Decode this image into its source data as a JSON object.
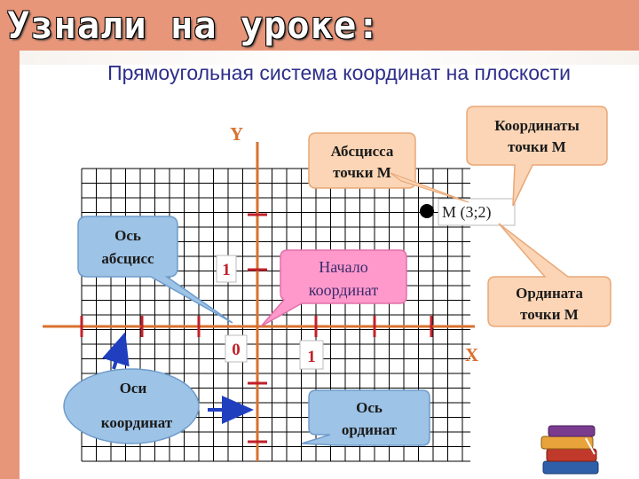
{
  "slide": {
    "heading": "Узнали на уроке:",
    "title": "Прямоугольная система координат на плоскости"
  },
  "axes": {
    "x_name": "X",
    "y_name": "Y",
    "origin_label": "0",
    "x_unit_label": "1",
    "y_unit_label": "1"
  },
  "point": {
    "label": "M (3;2)",
    "x": 3,
    "y": 2
  },
  "callouts": {
    "abscissa_point": [
      "Абсцисса",
      "точки M"
    ],
    "coordinates_point": [
      "Координаты",
      "точки M"
    ],
    "ordinate_point": [
      "Ордината",
      "точки M"
    ],
    "x_axis": [
      "Ось",
      "абсцисс"
    ],
    "origin": [
      "Начало",
      "координат"
    ],
    "axes": [
      "Оси",
      "координат"
    ],
    "y_axis": [
      "Ось",
      "ординат"
    ]
  },
  "colors": {
    "background": "#E8967A",
    "axis": "#D9712F",
    "tick": "#C0212A",
    "grid": "#000000",
    "bubble_blue": "#9DC3E6",
    "bubble_orange": "#FBD5B5",
    "bubble_pink": "#FF99CC",
    "arrow_blue": "#1F3FBF",
    "title_text": "#2E2E8A"
  }
}
